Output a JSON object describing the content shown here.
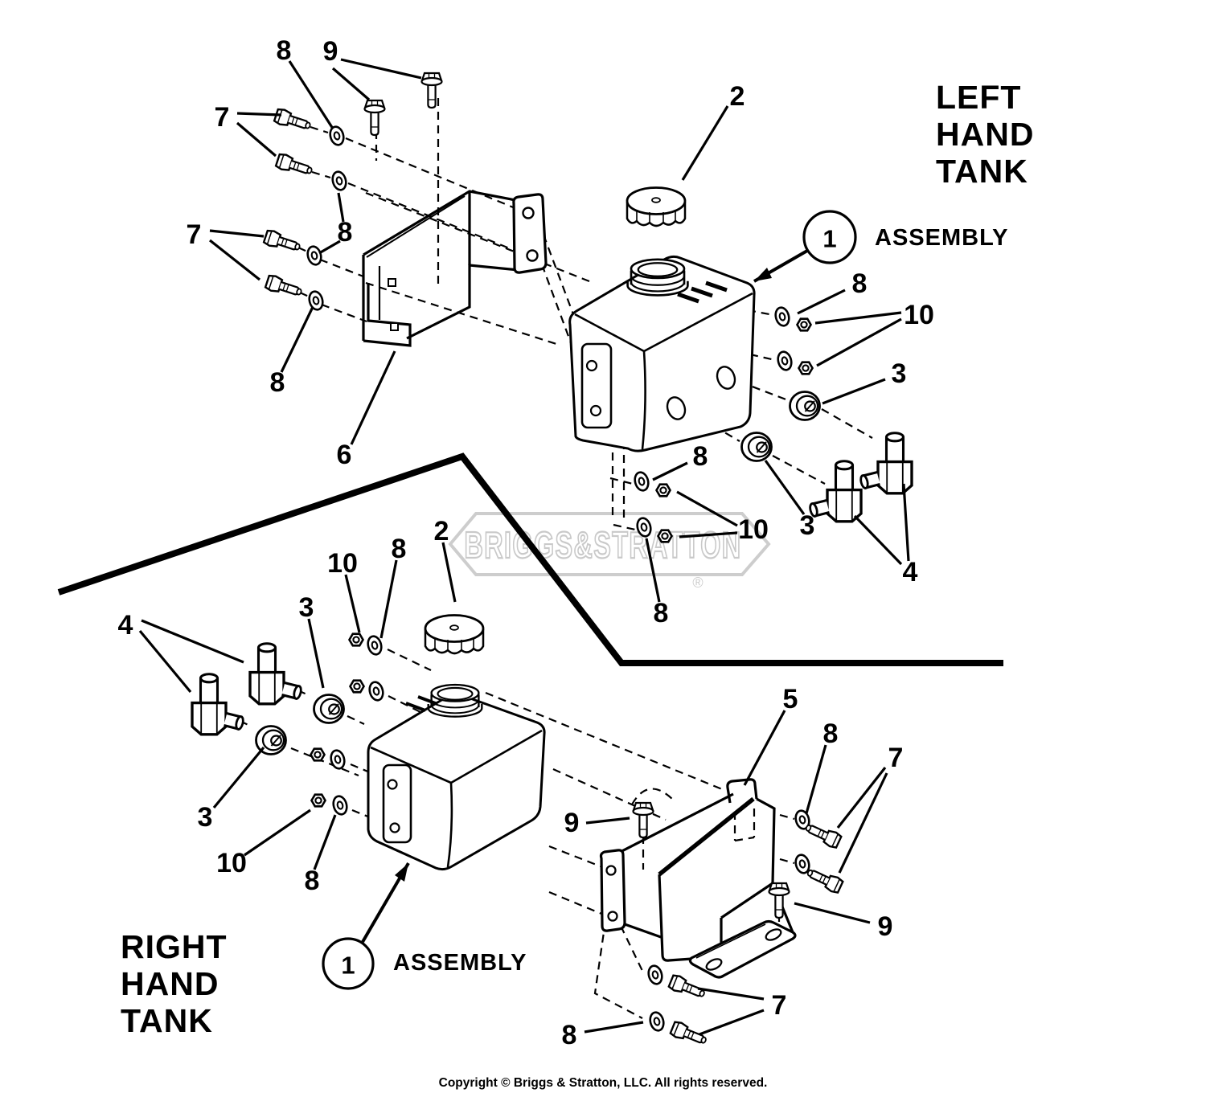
{
  "titles": {
    "left_tank": {
      "lines": [
        "LEFT",
        "HAND",
        "TANK"
      ]
    },
    "right_tank": {
      "lines": [
        "RIGHT",
        "HAND",
        "TANK"
      ]
    }
  },
  "assemblies": {
    "left": {
      "balloon": "1",
      "label": "ASSEMBLY"
    },
    "right": {
      "balloon": "1",
      "label": "ASSEMBLY"
    }
  },
  "watermark": {
    "text": "BRIGGS&STRATTON",
    "registered": "®",
    "color": "#c9c9c9"
  },
  "copyright": "Copyright © Briggs & Stratton, LLC. All rights reserved.",
  "ink_color": "#000000",
  "callouts": {
    "top": [
      {
        "id": "washer-upper",
        "label": "8"
      },
      {
        "id": "flange-bolts",
        "label": "9"
      },
      {
        "id": "bolts-upper",
        "label": "7"
      },
      {
        "id": "washer-mid",
        "label": "8"
      },
      {
        "id": "bolts-lower",
        "label": "7"
      },
      {
        "id": "washer-lower",
        "label": "8"
      },
      {
        "id": "bracket",
        "label": "6"
      },
      {
        "id": "fuel-cap",
        "label": "2"
      },
      {
        "id": "washer-right",
        "label": "8"
      },
      {
        "id": "nuts-right",
        "label": "10"
      },
      {
        "id": "grommet-upper",
        "label": "3"
      },
      {
        "id": "grommet-lower",
        "label": "3"
      },
      {
        "id": "elbow-fittings",
        "label": "4"
      },
      {
        "id": "washer-below",
        "label": "8"
      },
      {
        "id": "nuts-below",
        "label": "10"
      },
      {
        "id": "washer-bottom",
        "label": "8"
      }
    ],
    "bottom": [
      {
        "id": "fuel-cap",
        "label": "2"
      },
      {
        "id": "washer-upper",
        "label": "8"
      },
      {
        "id": "nuts-upper",
        "label": "10"
      },
      {
        "id": "grommet-upper",
        "label": "3"
      },
      {
        "id": "elbow-fittings",
        "label": "4"
      },
      {
        "id": "grommet-lower",
        "label": "3"
      },
      {
        "id": "nuts-lower",
        "label": "10"
      },
      {
        "id": "washer-lower",
        "label": "8"
      },
      {
        "id": "bracket",
        "label": "5"
      },
      {
        "id": "washer-right",
        "label": "8"
      },
      {
        "id": "bolts-right",
        "label": "7"
      },
      {
        "id": "flange-bolt-left",
        "label": "9"
      },
      {
        "id": "flange-bolt-right",
        "label": "9"
      },
      {
        "id": "bolts-bottom",
        "label": "7"
      },
      {
        "id": "washer-bottom",
        "label": "8"
      }
    ]
  }
}
